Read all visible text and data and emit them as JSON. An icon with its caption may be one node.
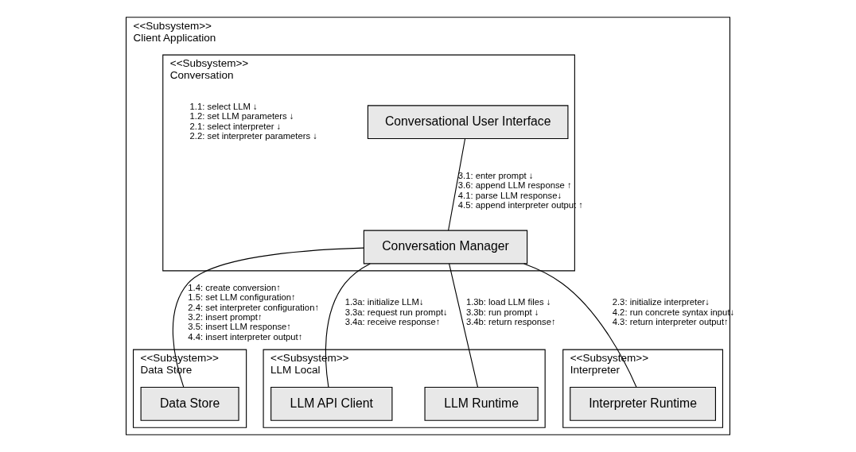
{
  "diagram": {
    "nodes": [
      {
        "text": [
          "<<Subsystem>>",
          "Client Application"
        ]
      },
      {
        "text": [
          "<<Subsystem>>",
          "Conversation"
        ],
        "in": 0
      },
      {
        "text": [
          "Conversational User Interface"
        ],
        "in": 1
      },
      {
        "text": [
          "Conversation Manager"
        ],
        "in": 1
      },
      {
        "text": [
          "<<Subsystem>>",
          "Data Store"
        ],
        "in": 0
      },
      {
        "text": [
          "Data Store"
        ],
        "in": 4
      },
      {
        "text": [
          "<<Subsystem>>",
          "LLM Local"
        ],
        "in": 0
      },
      {
        "text": [
          "LLM API Client"
        ],
        "in": 6
      },
      {
        "text": [
          "LLM Runtime"
        ],
        "in": 6
      },
      {
        "text": [
          "<<Subsystem>>",
          "Interpreter"
        ],
        "in": 0
      },
      {
        "text": [
          "Interpreter Runtime"
        ],
        "in": 9
      }
    ],
    "edges": [
      {
        "from": 2,
        "to": 3,
        "arrow": "none",
        "label": "3.1: enter prompt ↓ 3.6: append LLM response ↑ 4.1: parse LLM response↓ 4.5: append interpreter output ↑"
      },
      {
        "from": 3,
        "to": 5,
        "arrow": "none",
        "label": "1.4: create conversion↑ 1.5: set LLM configuration↑ 2.4: set interpreter configuration↑ 3.2: insert prompt↑ 3.5: insert LLM response↑ 4.4: insert interpreter output↑"
      },
      {
        "from": 3,
        "to": 7,
        "arrow": "none",
        "label": "1.3a: initialize LLM↓ 3.3a: request run prompt↓ 3.4a: receive response↑"
      },
      {
        "from": 3,
        "to": 8,
        "arrow": "none",
        "label": "1.3b: load LLM files ↓ 3.3b: run prompt ↓ 3.4b: return response↑"
      },
      {
        "from": 3,
        "to": 10,
        "arrow": "none",
        "label": "2.3: initialize interpreter↓ 4.2: run concrete syntax input↓ 4.3: return interpreter output↑"
      }
    ],
    "labels": [
      "1.1: select LLM ↓ 1.2: set LLM parameters ↓ 2.1: select interpreter ↓ 2.2: set interpreter parameters ↓"
    ]
  }
}
